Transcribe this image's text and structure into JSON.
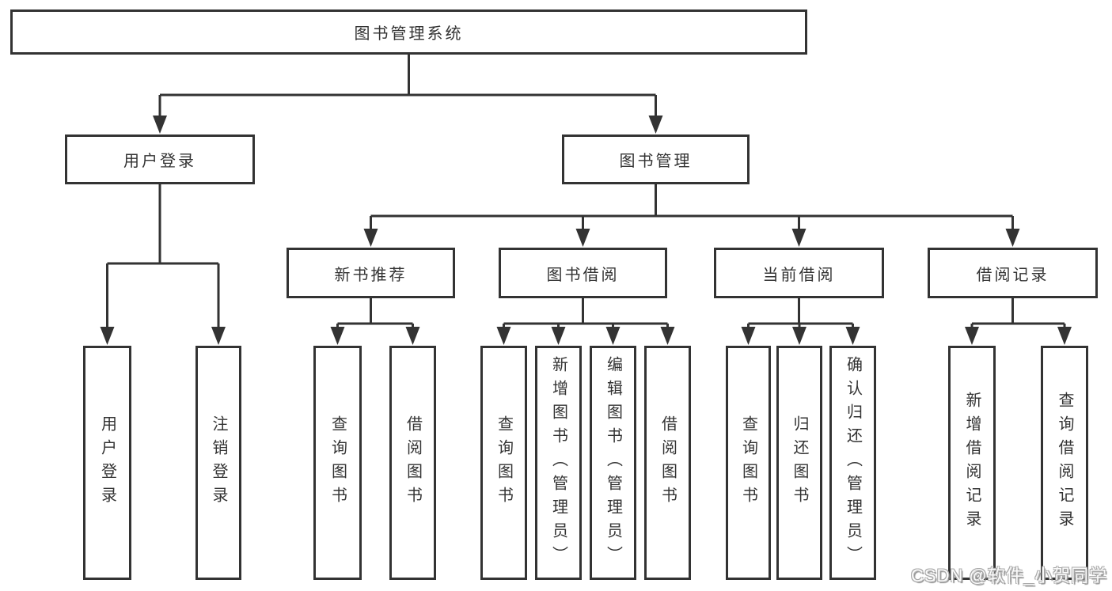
{
  "diagram": {
    "title": "图书管理系统",
    "nodes": {
      "root": {
        "label": "图书管理系统"
      },
      "user_login": {
        "label": "用户登录"
      },
      "book_mgmt": {
        "label": "图书管理"
      },
      "new_book_rec": {
        "label": "新书推荐"
      },
      "book_borrow": {
        "label": "图书借阅"
      },
      "current_borrow": {
        "label": "当前借阅"
      },
      "borrow_record": {
        "label": "借阅记录"
      },
      "leaf_user_login": {
        "label": "用户登录"
      },
      "leaf_logout": {
        "label": "注销登录"
      },
      "leaf_query_book_new": {
        "label": "查询图书"
      },
      "leaf_borrow_book_new": {
        "label": "借阅图书"
      },
      "leaf_query_book_bb": {
        "label": "查询图书"
      },
      "leaf_add_book": {
        "label": "新增图书（管理员）"
      },
      "leaf_edit_book": {
        "label": "编辑图书（管理员）"
      },
      "leaf_borrow_book_bb": {
        "label": "借阅图书"
      },
      "leaf_query_book_cb": {
        "label": "查询图书"
      },
      "leaf_return_book": {
        "label": "归还图书"
      },
      "leaf_confirm_return": {
        "label": "确认归还（管理员）"
      },
      "leaf_add_record": {
        "label": "新增借阅记录"
      },
      "leaf_query_record": {
        "label": "查询借阅记录"
      }
    },
    "edges": [
      "root→用户登录",
      "root→图书管理",
      "用户登录→用户登录",
      "用户登录→注销登录",
      "图书管理→新书推荐",
      "图书管理→图书借阅",
      "图书管理→当前借阅",
      "图书管理→借阅记录",
      "新书推荐→查询图书",
      "新书推荐→借阅图书",
      "图书借阅→查询图书",
      "图书借阅→新增图书（管理员）",
      "图书借阅→编辑图书（管理员）",
      "图书借阅→借阅图书",
      "当前借阅→查询图书",
      "当前借阅→归还图书",
      "当前借阅→确认归还（管理员）",
      "借阅记录→新增借阅记录",
      "借阅记录→查询借阅记录"
    ],
    "colors": {
      "line": "#333333",
      "text": "#333333",
      "box_fill": "#ffffff",
      "background": "#ffffff"
    }
  },
  "watermark": {
    "text": "CSDN @软件_小贺同学"
  }
}
